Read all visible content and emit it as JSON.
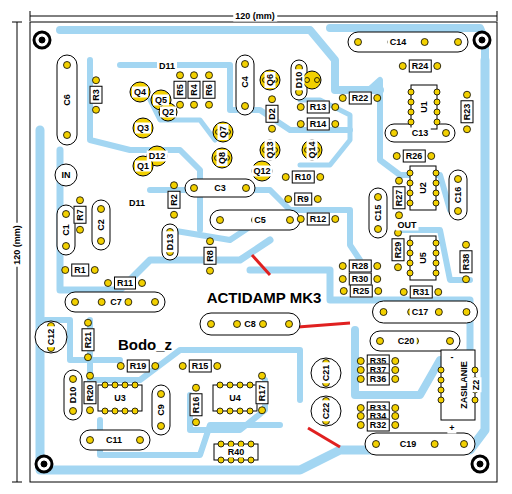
{
  "diagram": {
    "labels": [
      "120 (mm)",
      "120 (mm)",
      "C14",
      "R24",
      "R22",
      "U1",
      "R23",
      "C13",
      "R26",
      "U2",
      "R27",
      "C16",
      "C15",
      "OUT",
      "R29",
      "U5",
      "R38",
      "R28",
      "R30",
      "R25",
      "R31",
      "C17",
      "C20",
      "R35",
      "R37",
      "R36",
      "C21",
      "C22",
      "R33",
      "R34",
      "R32",
      "C19",
      "Z2",
      "ZASILANIE",
      "-",
      "+",
      "C6",
      "D11",
      "R3",
      "Q4",
      "Q5",
      "Q2",
      "R5",
      "R4",
      "R6",
      "C4",
      "Q6",
      "D10",
      "R13",
      "D2",
      "R14",
      "Q3",
      "Q7",
      "D12",
      "Q1",
      "Q8",
      "Q13",
      "Q14",
      "Q12",
      "R10",
      "C3",
      "R9",
      "IN",
      "R7",
      "C2",
      "C1",
      "D11",
      "R2",
      "C5",
      "R12",
      "D13",
      "R8",
      "R1",
      "R11",
      "C7",
      "ACTIDAMP MK3",
      "C8",
      "C12",
      "R21",
      "Bodo_z",
      "R19",
      "R15",
      "R20",
      "D10",
      "U3",
      "C9",
      "R16",
      "U4",
      "R17",
      "C11",
      "R40"
    ]
  }
}
